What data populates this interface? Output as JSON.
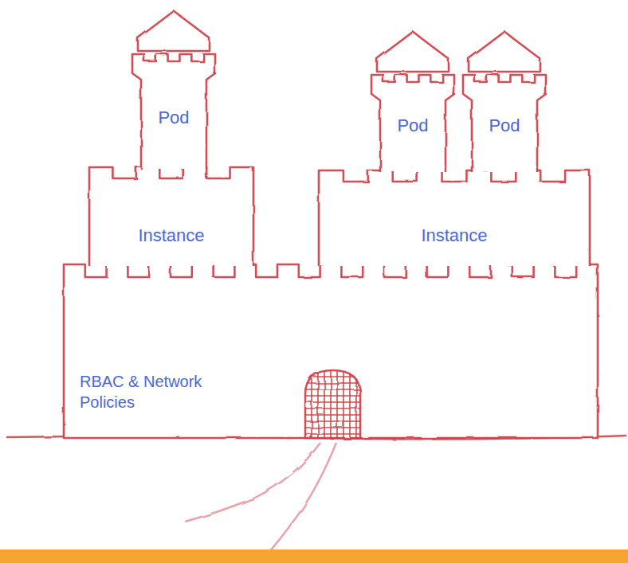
{
  "diagram": {
    "nodes": [
      {
        "text": [
          "RBAC & Network Policies"
        ]
      },
      {
        "text": [
          "Instance"
        ],
        "in": 0
      },
      {
        "text": [
          "Pod"
        ],
        "in": 1
      },
      {
        "text": [
          "Instance"
        ],
        "in": 0
      },
      {
        "text": [
          "Pod"
        ],
        "in": 3
      },
      {
        "text": [
          "Pod"
        ],
        "in": 3
      }
    ]
  }
}
